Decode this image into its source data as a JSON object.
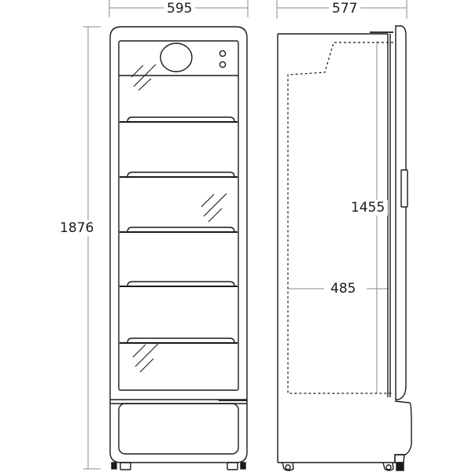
{
  "drawing": {
    "title": "Display refrigerator dimension drawing",
    "views": [
      "front-view",
      "side-view"
    ],
    "units": "mm",
    "line_color": "#1a1a1a",
    "dim_line_color": "#8a8a8a",
    "background": "#ffffff"
  },
  "dimensions": {
    "front_width": "595",
    "side_depth": "577",
    "total_height": "1876",
    "inner_height": "1455",
    "inner_depth": "485"
  },
  "front_view": {
    "shelves_count": 5,
    "control_panel": {
      "display_dial": 1,
      "buttons": 2
    },
    "glass_reflections": 3,
    "feet": 4
  },
  "side_view": {
    "door_handle": 1,
    "casters": 2,
    "interior_outline": "dashed"
  }
}
